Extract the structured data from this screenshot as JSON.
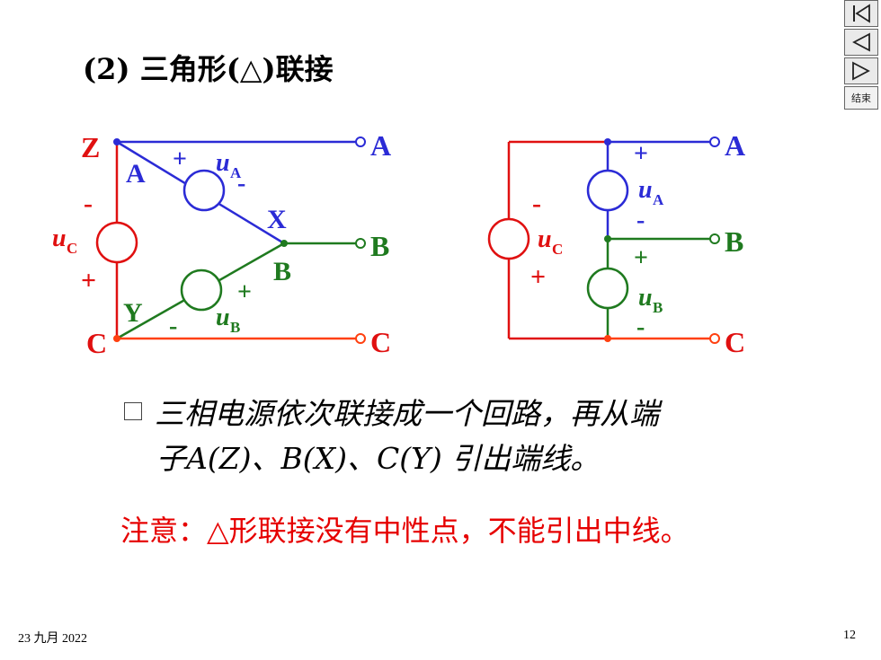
{
  "title": "(2) 三角形(△)联接",
  "nav": {
    "first": "first-slide",
    "prev": "previous-slide",
    "next": "next-slide",
    "end_label": "结束"
  },
  "colors": {
    "blue": "#2b2bd6",
    "green": "#1f7a1f",
    "red": "#e01010",
    "orange_red": "#ff4010"
  },
  "left_diagram": {
    "Z": "Z",
    "A_node": "A",
    "X": "X",
    "B_node": "B",
    "Y": "Y",
    "C": "C",
    "term_A": "A",
    "term_B": "B",
    "term_C": "C",
    "uA": "u",
    "uA_sub": "A",
    "uB": "u",
    "uB_sub": "B",
    "uC": "u",
    "uC_sub": "C",
    "plus": "+",
    "minus": "-"
  },
  "right_diagram": {
    "term_A": "A",
    "term_B": "B",
    "term_C": "C",
    "uA": "u",
    "uA_sub": "A",
    "uB": "u",
    "uB_sub": "B",
    "uC": "u",
    "uC_sub": "C",
    "plus": "+",
    "minus": "-"
  },
  "description": {
    "line1": "三相电源依次联接成一个回路，再从端",
    "line2": "子A(Z)、B(X)、C(Y) 引出端线。"
  },
  "note": "注意：△形联接没有中性点，不能引出中线。",
  "footer": {
    "date": "23 九月 2022",
    "page": "12"
  }
}
